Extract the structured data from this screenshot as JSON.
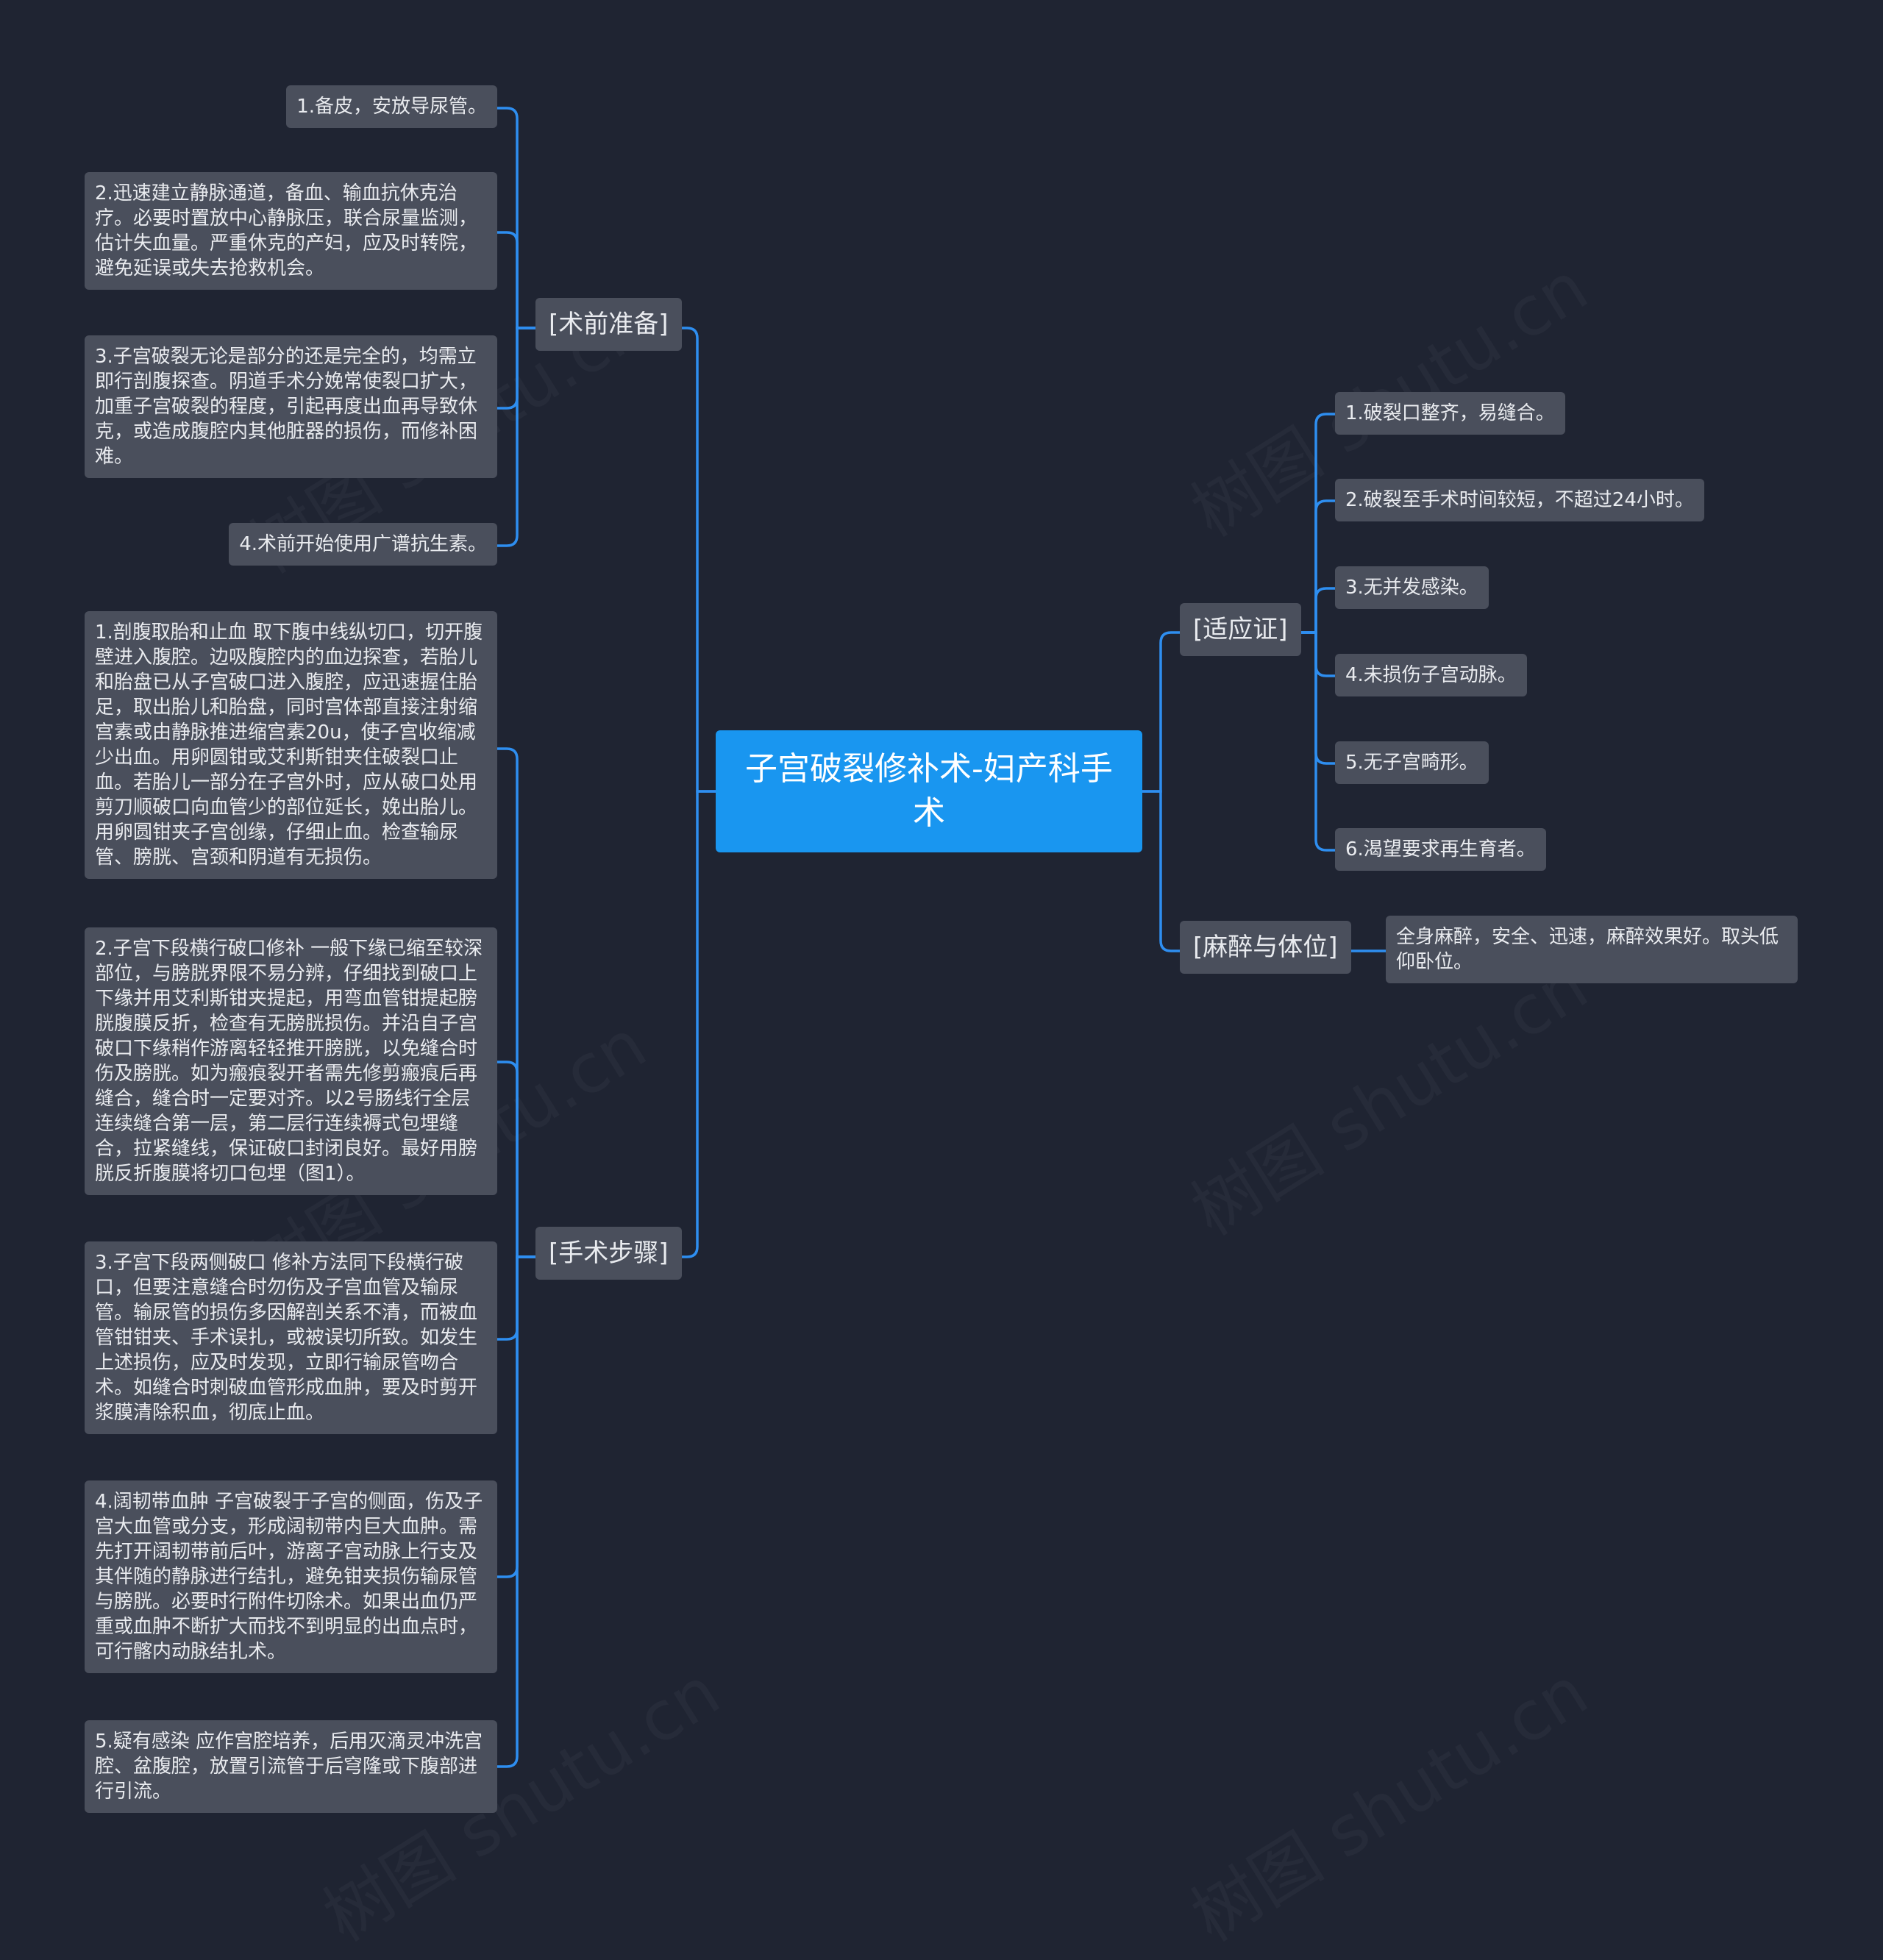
{
  "root": {
    "title": "子宫破裂修补术-妇产科手术"
  },
  "branches": {
    "preop": {
      "label": "[术前准备]",
      "items": [
        "1.备皮，安放导尿管。",
        "2.迅速建立静脉通道，备血、输血抗休克治疗。必要时置放中心静脉压，联合尿量监测，估计失血量。严重休克的产妇，应及时转院，避免延误或失去抢救机会。",
        "3.子宫破裂无论是部分的还是完全的，均需立即行剖腹探查。阴道手术分娩常使裂口扩大，加重子宫破裂的程度，引起再度出血再导致休克，或造成腹腔内其他脏器的损伤，而修补困难。",
        "4.术前开始使用广谱抗生素。"
      ]
    },
    "steps": {
      "label": "[手术步骤]",
      "items": [
        "1.剖腹取胎和止血 取下腹中线纵切口，切开腹壁进入腹腔。边吸腹腔内的血边探查，若胎儿和胎盘已从子宫破口进入腹腔，应迅速握住胎足，取出胎儿和胎盘，同时宫体部直接注射缩宫素或由静脉推进缩宫素20u，使子宫收缩减少出血。用卵圆钳或艾利斯钳夹住破裂口止血。若胎儿一部分在子宫外时，应从破口处用剪刀顺破口向血管少的部位延长，娩出胎儿。用卵圆钳夹子宫创缘，仔细止血。检查输尿管、膀胱、宫颈和阴道有无损伤。",
        "2.子宫下段横行破口修补 一般下缘已缩至较深部位，与膀胱界限不易分辨，仔细找到破口上下缘并用艾利斯钳夹提起，用弯血管钳提起膀胱腹膜反折，检查有无膀胱损伤。并沿自子宫破口下缘稍作游离轻轻推开膀胱，以免缝合时伤及膀胱。如为瘢痕裂开者需先修剪瘢痕后再缝合，缝合时一定要对齐。以2号肠线行全层连续缝合第一层，第二层行连续褥式包埋缝合，拉紧缝线，保证破口封闭良好。最好用膀胱反折腹膜将切口包埋（图1）。",
        "3.子宫下段两侧破口 修补方法同下段横行破口，但要注意缝合时勿伤及子宫血管及输尿管。输尿管的损伤多因解剖关系不清，而被血管钳钳夹、手术误扎，或被误切所致。如发生上述损伤，应及时发现，立即行输尿管吻合术。如缝合时刺破血管形成血肿，要及时剪开浆膜清除积血，彻底止血。",
        "4.阔韧带血肿 子宫破裂于子宫的侧面，伤及子宫大血管或分支，形成阔韧带内巨大血肿。需先打开阔韧带前后叶，游离子宫动脉上行支及其伴随的静脉进行结扎，避免钳夹损伤输尿管与膀胱。必要时行附件切除术。如果出血仍严重或血肿不断扩大而找不到明显的出血点时，可行髂内动脉结扎术。",
        "5.疑有感染 应作宫腔培养，后用灭滴灵冲洗宫腔、盆腹腔，放置引流管于后穹隆或下腹部进行引流。"
      ]
    },
    "indications": {
      "label": "[适应证]",
      "items": [
        "1.破裂口整齐，易缝合。",
        "2.破裂至手术时间较短，不超过24小时。",
        "3.无并发感染。",
        "4.未损伤子宫动脉。",
        "5.无子宫畸形。",
        "6.渴望要求再生育者。"
      ]
    },
    "anesthesia": {
      "label": "[麻醉与体位]",
      "items": [
        "全身麻醉，安全、迅速，麻醉效果好。取头低仰卧位。"
      ]
    }
  },
  "watermark": "树图 shutu.cn",
  "colors": {
    "background": "#1f2432",
    "root": "#1996f0",
    "node": "#4a4f5c",
    "link": "#2e8ef0"
  }
}
